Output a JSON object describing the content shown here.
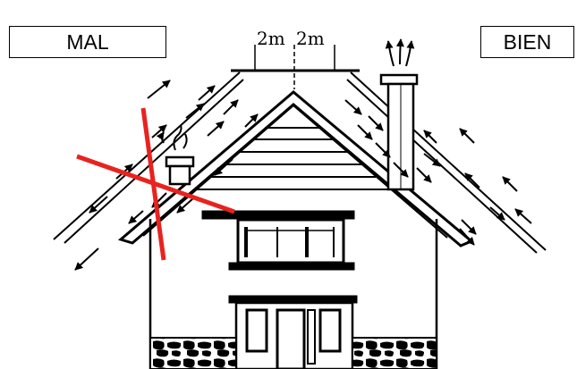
{
  "labels": {
    "wrong": "MAL",
    "right": "BIEN"
  },
  "dimensions": {
    "left": "2m",
    "right": "2m"
  },
  "colors": {
    "cross": "#e8231f",
    "ink": "#000000"
  }
}
